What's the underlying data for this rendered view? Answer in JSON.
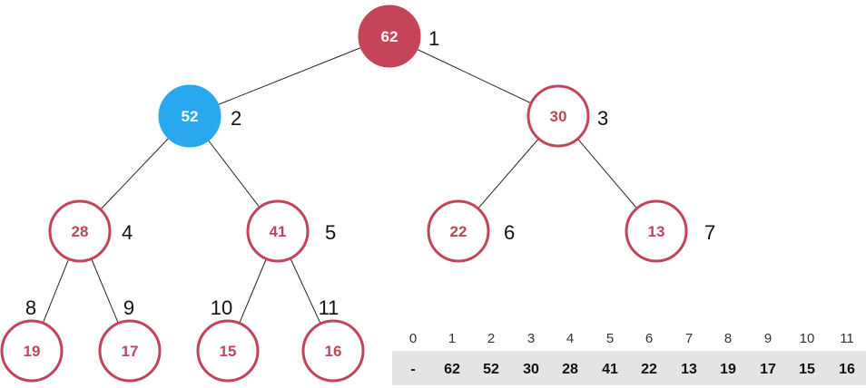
{
  "colors": {
    "node_stroke": "#c0455a",
    "node_text": "#c0455a",
    "root_fill": "#c64457",
    "highlight_fill": "#29a8f0",
    "filled_text": "#ffffff",
    "edge": "#222222",
    "array_bg": "#e3e4e6"
  },
  "tree": {
    "nodes": [
      {
        "index": "1",
        "value": "62",
        "style": "root"
      },
      {
        "index": "2",
        "value": "52",
        "style": "highlight"
      },
      {
        "index": "3",
        "value": "30",
        "style": "normal"
      },
      {
        "index": "4",
        "value": "28",
        "style": "normal"
      },
      {
        "index": "5",
        "value": "41",
        "style": "normal"
      },
      {
        "index": "6",
        "value": "22",
        "style": "normal"
      },
      {
        "index": "7",
        "value": "13",
        "style": "normal"
      },
      {
        "index": "8",
        "value": "19",
        "style": "normal"
      },
      {
        "index": "9",
        "value": "17",
        "style": "normal"
      },
      {
        "index": "10",
        "value": "15",
        "style": "normal"
      },
      {
        "index": "11",
        "value": "16",
        "style": "normal"
      }
    ]
  },
  "array": {
    "indices": [
      "0",
      "1",
      "2",
      "3",
      "4",
      "5",
      "6",
      "7",
      "8",
      "9",
      "10",
      "11"
    ],
    "values": [
      "-",
      "62",
      "52",
      "30",
      "28",
      "41",
      "22",
      "13",
      "19",
      "17",
      "15",
      "16"
    ]
  }
}
